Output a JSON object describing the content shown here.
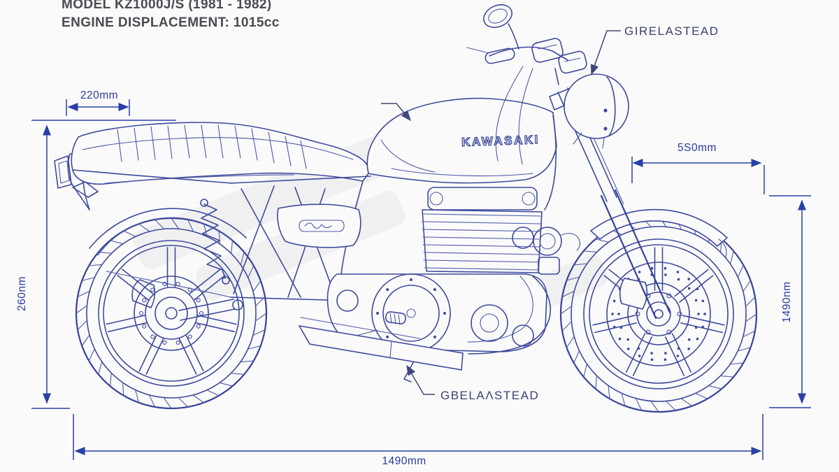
{
  "header": {
    "line1": "MODEL KZ1000J/S (1981 - 1982)",
    "line2": "ENGINE DISPLACEMENT: 1015cc"
  },
  "brand": {
    "tank_logo": "KAWASAKI"
  },
  "labels": {
    "headlight_label": "GIRELASTEAD",
    "exhaust_label": "GBELAΛSTEAD"
  },
  "dimensions": {
    "rear_overhang": "220mm",
    "left_height": "260nm",
    "front_span": "5S0mm",
    "right_height": "1490nm",
    "wheelbase": "1490mm"
  },
  "colors": {
    "line": "#3d4a9c",
    "dimension": "#2940a8",
    "label_text": "#3a4270",
    "header_text": "#4a4a52",
    "background": "#fafafa"
  }
}
